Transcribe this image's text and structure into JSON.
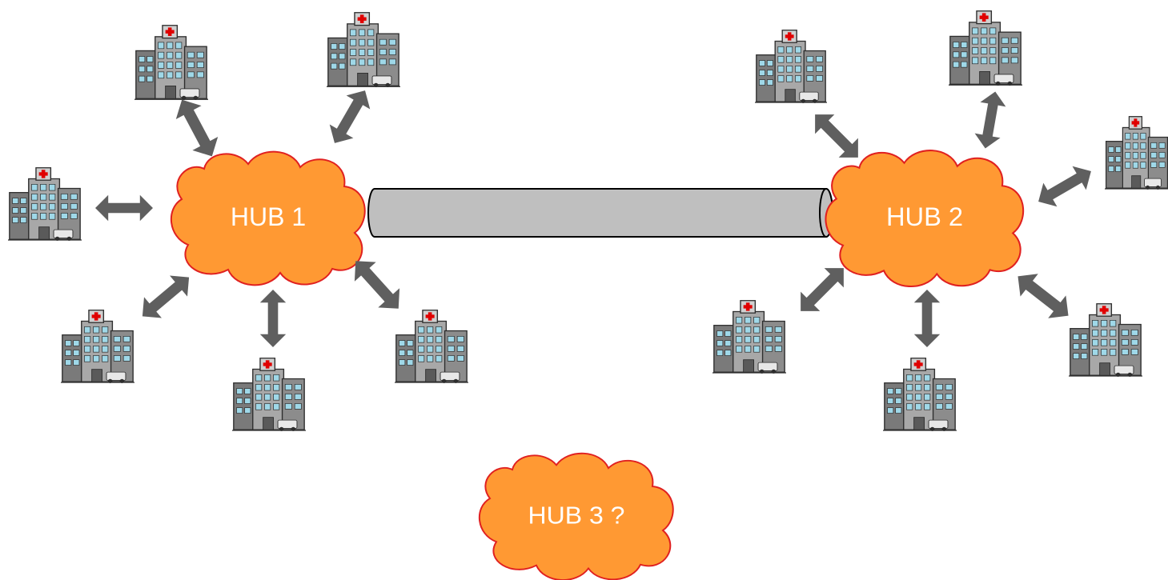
{
  "hubs": [
    {
      "id": "hub1",
      "label": "HUB 1"
    },
    {
      "id": "hub2",
      "label": "HUB 2"
    },
    {
      "id": "hub3",
      "label": "HUB 3 ?"
    }
  ],
  "colors": {
    "cloud_fill": "#FF9933",
    "cloud_stroke": "#E02020",
    "arrow": "#5F5F5F",
    "pipe_fill": "#BFBFBF",
    "pipe_stroke": "#000000",
    "building_dark": "#6E6E6E",
    "building_light": "#A8A8A8",
    "window": "#9FD8E8",
    "cross": "#E00000",
    "label": "#FFFFFF"
  },
  "icons": {
    "hospital": "hospital-building-icon",
    "connector": "double-arrow-icon",
    "hub": "cloud-icon",
    "link": "cylinder-pipe-icon"
  }
}
